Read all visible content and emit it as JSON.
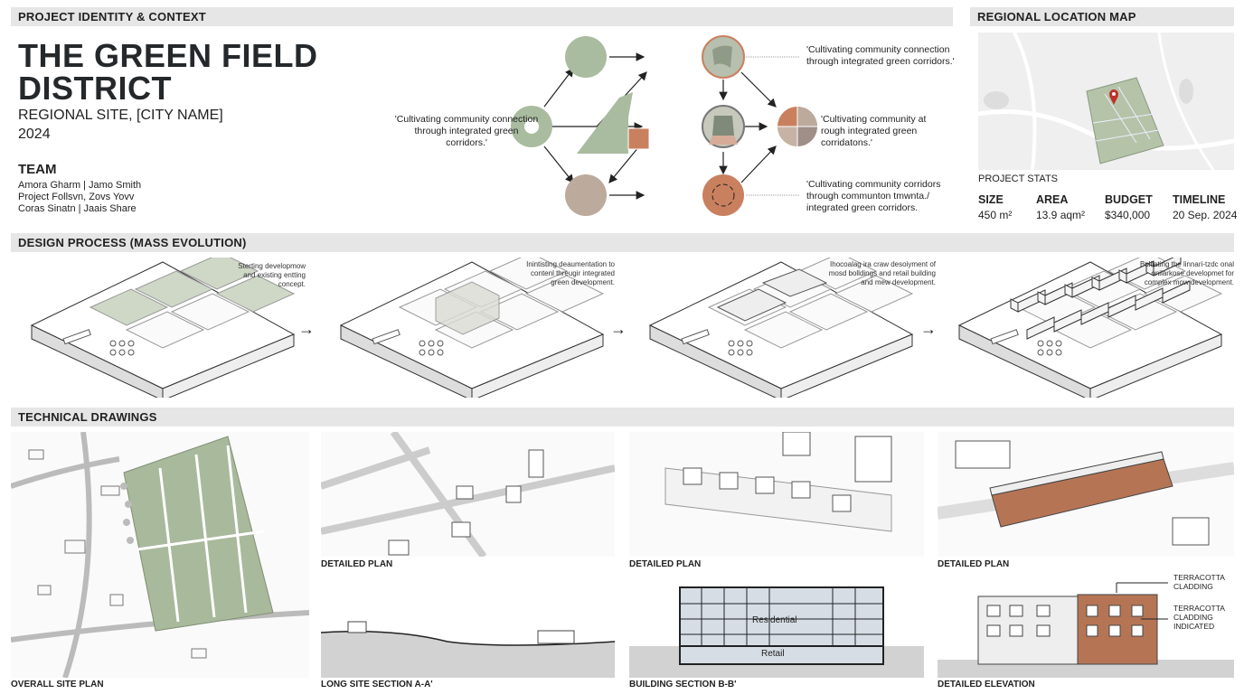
{
  "headers": {
    "identity": "PROJECT IDENTITY & CONTEXT",
    "map": "REGIONAL LOCATION MAP",
    "process": "DESIGN PROCESS (MASS EVOLUTION)",
    "technical": "TECHNICAL DRAWINGS"
  },
  "project": {
    "title_line1": "THE GREEN FIELD",
    "title_line2": "DISTRICT",
    "location": "REGIONAL SITE, [CITY NAME]",
    "year": "2024"
  },
  "team": {
    "heading": "TEAM",
    "members": [
      "Amora Gharm | Jamo Smith",
      "Project Follsvn, Zovs Yovv",
      "Coras Sinatn | Jaais Share"
    ]
  },
  "diagram": {
    "quotes": {
      "left": "'Cultivating community connection through integrated green corridors.'",
      "top_right": "'Cultivating community connection through integrated green corridors.'",
      "mid_right": "'Cultivating community at rough integrated green corridatons.'",
      "bottom_right": "'Cultivating community corridors through communton tmwnta./ integrated green corridors."
    },
    "colors": {
      "sage": "#a9bc9f",
      "terracotta": "#c9805f",
      "taupe": "#bcaa9c"
    }
  },
  "stats": {
    "heading": "PROJECT STATS",
    "items": [
      {
        "label": "SIZE",
        "value": "450 m²"
      },
      {
        "label": "AREA",
        "value": "13.9 aqm²"
      },
      {
        "label": "BUDGET",
        "value": "$340,000"
      },
      {
        "label": "TIMELINE",
        "value": "20 Sep. 2024"
      }
    ]
  },
  "process": {
    "steps": [
      {
        "caption": "Sterting developmow and existing entting concept."
      },
      {
        "caption": "Inintisting deaumentation to contenl threugir integrated green development."
      },
      {
        "caption": "Ihocoalag ira craw desoiyment of mosd bolldings and retail building and mew development."
      },
      {
        "caption": "Bulilating the linnari-tzdc onal onilarkose developmet for complex mow development."
      }
    ],
    "arrow": "→"
  },
  "drawings": {
    "site_plan": "OVERALL SITE PLAN",
    "plans": [
      "DETAILED PLAN",
      "DETAILED PLAN",
      "DETAILED PLAN"
    ],
    "long_section": "LONG SITE SECTION A-A'",
    "building_section": "BUILDING SECTION B-B'",
    "elevation": "DETAILED ELEVATION",
    "section_labels": {
      "upper": "Residential",
      "lower": "Retail"
    },
    "elevation_notes": [
      "TERRACOTTA CLADDING",
      "TERRACOTTA CLADDING INDICATED"
    ]
  }
}
